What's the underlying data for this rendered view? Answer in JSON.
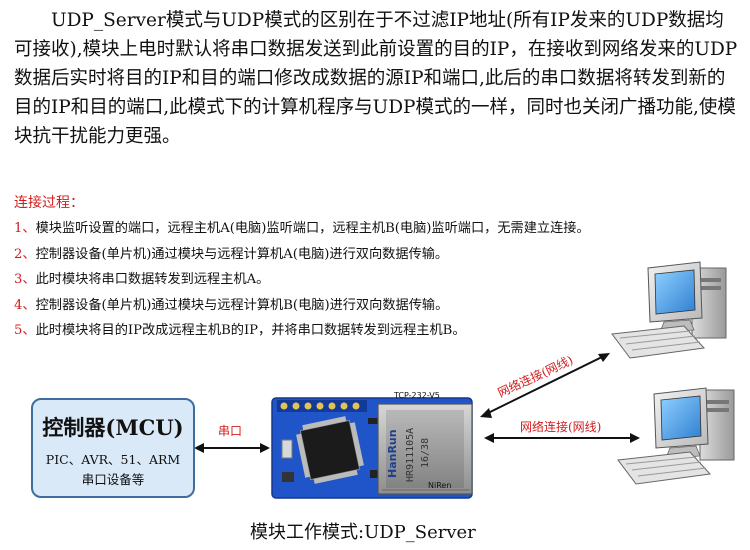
{
  "intro_text": "UDP_Server模式与UDP模式的区别在于不过滤IP地址(所有IP发来的UDP数据均可接收),模块上电时默认将串口数据发送到此前设置的目的IP，在接收到网络发来的UDP数据后实时将目的IP和目的端口修改成数据的源IP和端口,此后的串口数据将转发到新的目的IP和目的端口,此模式下的计算机程序与UDP模式的一样，同时也关闭广播功能,使模块抗干扰能力更强。",
  "steps_title": "连接过程：",
  "steps": [
    {
      "num": "1、",
      "text": "模块监听设置的端口，远程主机A(电脑)监听端口，远程主机B(电脑)监听端口，无需建立连接。"
    },
    {
      "num": "2、",
      "text": "控制器设备(单片机)通过模块与远程计算机A(电脑)进行双向数据传输。"
    },
    {
      "num": "3、",
      "text": "此时模块将串口数据转发到远程主机A。"
    },
    {
      "num": "4、",
      "text": "控制器设备(单片机)通过模块与远程计算机B(电脑)进行双向数据传输。"
    },
    {
      "num": "5、",
      "text": "此时模块将目的IP改成远程主机B的IP，并将串口数据转发到远程主机B。"
    }
  ],
  "mcu": {
    "title": "控制器(MCU)",
    "line1": "PIC、AVR、51、ARM",
    "line2": "串口设备等"
  },
  "serial_label": "串口",
  "network_label_a": "网络连接(网线)",
  "network_label_b": "网络连接(网线)",
  "module_silk": "TCP-232-V5",
  "module_silk2": "NiRen",
  "jack_text1": "HanRun",
  "jack_text2": "HR911105A",
  "jack_text3": "16/38",
  "caption": "模块工作模式:UDP_Server",
  "colors": {
    "accent_red": "#d21c1c",
    "box_fill": "#d9e9f7",
    "box_border": "#3d6ea0",
    "pcb_blue": "#1f55c8"
  }
}
